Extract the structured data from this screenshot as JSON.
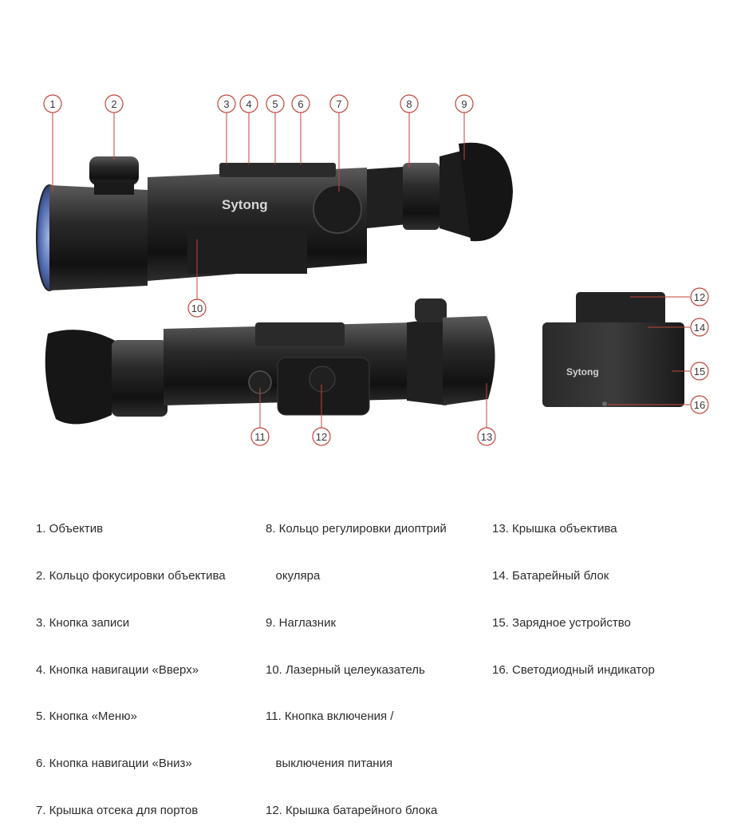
{
  "brand": "Sytong",
  "callouts_top": [
    "1",
    "2",
    "3",
    "4",
    "5",
    "6",
    "7",
    "8",
    "9",
    "10"
  ],
  "callouts_bottom": [
    "11",
    "12",
    "13"
  ],
  "callouts_box": [
    "12",
    "14",
    "15",
    "16"
  ],
  "legend": {
    "col1": [
      "1. Объектив",
      "2. Кольцо фокусировки объектива",
      "3. Кнопка записи",
      "4. Кнопка навигации «Вверх»",
      "5. Кнопка «Меню»",
      "6. Кнопка навигации «Вниз»",
      "7. Крышка отсека для портов"
    ],
    "col2": [
      "8. Кольцо регулировки диоптрий",
      "   окуляра",
      "9. Наглазник",
      "10. Лазерный целеуказатель",
      "11. Кнопка включения /",
      "   выключения питания",
      "12. Крышка батарейного блока"
    ],
    "col3": [
      "13. Крышка объектива",
      "14. Батарейный блок",
      "15. Зарядное устройство",
      "16. Светодиодный индикатор"
    ]
  },
  "colors": {
    "accent": "#c0463a",
    "body": "#1b1b1b"
  }
}
